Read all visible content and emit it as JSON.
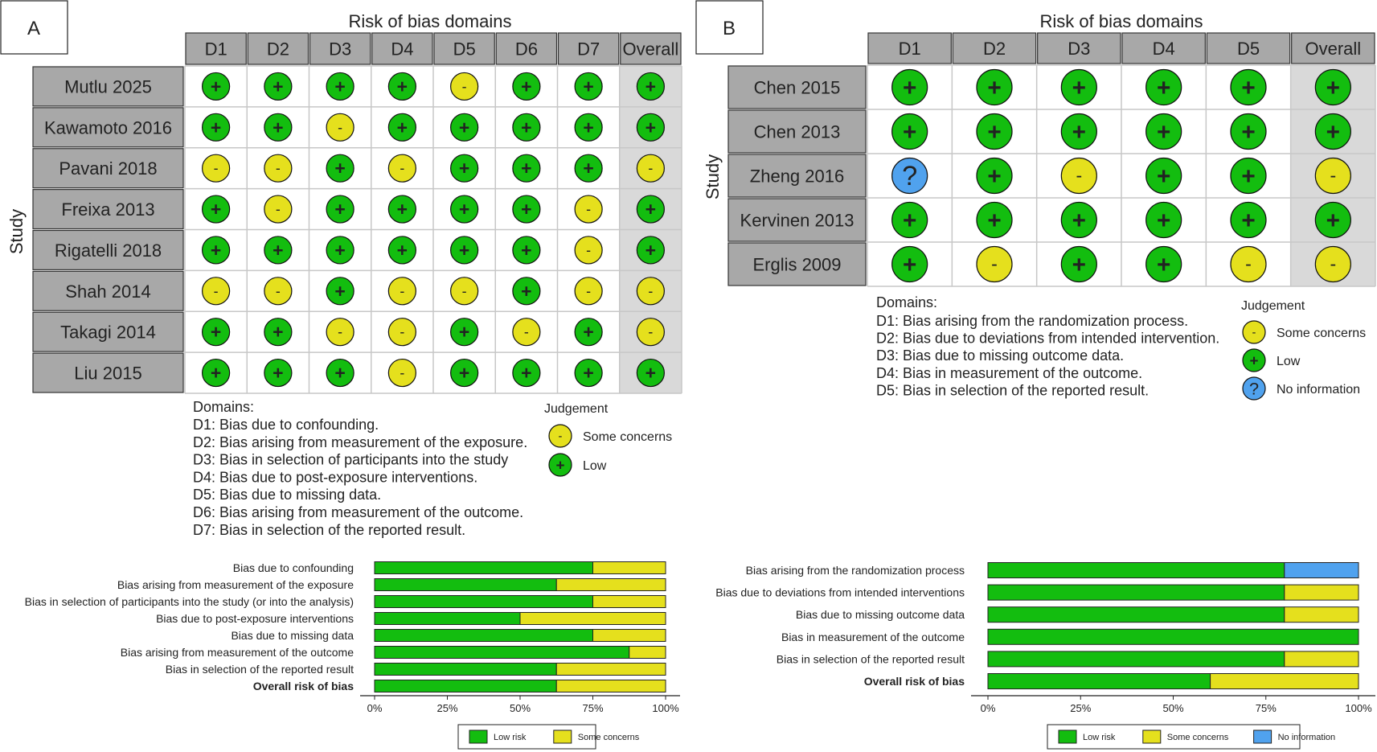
{
  "colors": {
    "low": "#13bd0f",
    "some": "#e5e01d",
    "noinfo": "#50a2ee",
    "header_bg": "#a8a8a8",
    "overall_bg": "#d9d9d9",
    "grid": "#c7c7c7"
  },
  "chart_data": [
    {
      "panel": "A",
      "type": "table",
      "title": "Risk of bias domains",
      "ylabel": "Study",
      "domains": [
        "D1",
        "D2",
        "D3",
        "D4",
        "D5",
        "D6",
        "D7",
        "Overall"
      ],
      "studies": [
        "Mutlu 2025",
        "Kawamoto 2016",
        "Pavani 2018",
        "Freixa 2013",
        "Rigatelli 2018",
        "Shah 2014",
        "Takagi 2014",
        "Liu 2015"
      ],
      "judgements": [
        [
          "+",
          "+",
          "+",
          "+",
          "-",
          "+",
          "+",
          "+"
        ],
        [
          "+",
          "+",
          "-",
          "+",
          "+",
          "+",
          "+",
          "+"
        ],
        [
          "-",
          "-",
          "+",
          "-",
          "+",
          "+",
          "+",
          "-"
        ],
        [
          "+",
          "-",
          "+",
          "+",
          "+",
          "+",
          "-",
          "+"
        ],
        [
          "+",
          "+",
          "+",
          "+",
          "+",
          "+",
          "-",
          "+"
        ],
        [
          "-",
          "-",
          "+",
          "-",
          "-",
          "+",
          "-",
          "-"
        ],
        [
          "+",
          "+",
          "-",
          "-",
          "+",
          "-",
          "+",
          "-"
        ],
        [
          "+",
          "+",
          "+",
          "-",
          "+",
          "+",
          "+",
          "+"
        ]
      ],
      "domains_title": "Domains:",
      "domain_descriptions": [
        "D1: Bias due to confounding.",
        "D2: Bias arising from measurement of the exposure.",
        "D3: Bias in selection of participants into the study",
        "D4: Bias due to post-exposure interventions.",
        "D5: Bias due to missing data.",
        "D6: Bias arising from measurement of the outcome.",
        "D7: Bias in selection of the reported result."
      ],
      "judgement_title": "Judgement",
      "legend": [
        {
          "symbol": "-",
          "label": "Some concerns",
          "color": "#e5e01d"
        },
        {
          "symbol": "+",
          "label": "Low",
          "color": "#13bd0f"
        }
      ]
    },
    {
      "panel": "A",
      "type": "bar",
      "orientation": "horizontal-stacked",
      "categories": [
        "Bias due to confounding",
        "Bias arising from measurement of the exposure",
        "Bias in selection of participants into the study (or into the analysis)",
        "Bias due to post-exposure interventions",
        "Bias due to missing data",
        "Bias arising from measurement of the outcome",
        "Bias in selection of the reported result",
        "Overall risk of bias"
      ],
      "series": [
        {
          "name": "Low risk",
          "color": "#13bd0f",
          "values": [
            75,
            62.5,
            75,
            50,
            75,
            87.5,
            62.5,
            62.5
          ]
        },
        {
          "name": "Some concerns",
          "color": "#e5e01d",
          "values": [
            25,
            37.5,
            25,
            50,
            25,
            12.5,
            37.5,
            37.5
          ]
        }
      ],
      "xticks": [
        "0%",
        "25%",
        "50%",
        "75%",
        "100%"
      ],
      "xlim": [
        0,
        100
      ]
    },
    {
      "panel": "B",
      "type": "table",
      "title": "Risk of bias domains",
      "ylabel": "Study",
      "domains": [
        "D1",
        "D2",
        "D3",
        "D4",
        "D5",
        "Overall"
      ],
      "studies": [
        "Chen 2015",
        "Chen 2013",
        "Zheng 2016",
        "Kervinen 2013",
        "Erglis 2009"
      ],
      "judgements": [
        [
          "+",
          "+",
          "+",
          "+",
          "+",
          "+"
        ],
        [
          "+",
          "+",
          "+",
          "+",
          "+",
          "+"
        ],
        [
          "?",
          "+",
          "-",
          "+",
          "+",
          "-"
        ],
        [
          "+",
          "+",
          "+",
          "+",
          "+",
          "+"
        ],
        [
          "+",
          "-",
          "+",
          "+",
          "-",
          "-"
        ]
      ],
      "domains_title": "Domains:",
      "domain_descriptions": [
        "D1: Bias arising from the randomization process.",
        "D2: Bias due to deviations from intended intervention.",
        "D3: Bias due to missing outcome data.",
        "D4: Bias in measurement of the outcome.",
        "D5: Bias in selection of the reported result."
      ],
      "judgement_title": "Judgement",
      "legend": [
        {
          "symbol": "-",
          "label": "Some concerns",
          "color": "#e5e01d"
        },
        {
          "symbol": "+",
          "label": "Low",
          "color": "#13bd0f"
        },
        {
          "symbol": "?",
          "label": "No information",
          "color": "#50a2ee"
        }
      ]
    },
    {
      "panel": "B",
      "type": "bar",
      "orientation": "horizontal-stacked",
      "categories": [
        "Bias arising from the randomization process",
        "Bias due to deviations from intended interventions",
        "Bias due to missing outcome data",
        "Bias in measurement of the outcome",
        "Bias in selection of the reported result",
        "Overall risk of bias"
      ],
      "series": [
        {
          "name": "Low risk",
          "color": "#13bd0f",
          "values": [
            80,
            80,
            80,
            100,
            80,
            60
          ]
        },
        {
          "name": "Some concerns",
          "color": "#e5e01d",
          "values": [
            0,
            20,
            20,
            0,
            20,
            40
          ]
        },
        {
          "name": "No information",
          "color": "#50a2ee",
          "values": [
            20,
            0,
            0,
            0,
            0,
            0
          ]
        }
      ],
      "xticks": [
        "0%",
        "25%",
        "50%",
        "75%",
        "100%"
      ],
      "xlim": [
        0,
        100
      ]
    }
  ],
  "panel_labels": [
    "A",
    "B"
  ]
}
